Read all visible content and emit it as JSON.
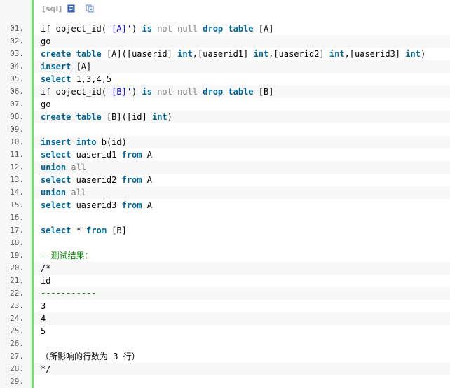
{
  "toolbar": {
    "language_label": "[sql]",
    "view_source_icon": "view-source-icon",
    "copy_icon": "copy-icon"
  },
  "colors": {
    "keyword": "#006699",
    "gray_keyword": "#808080",
    "string": "#0000ff",
    "comment": "#008200",
    "gutter_bar": "#6ce26c"
  },
  "lines": [
    {
      "num": "01.",
      "tokens": [
        {
          "t": "if object_id(",
          "c": "plain"
        },
        {
          "t": "'[A]'",
          "c": "str"
        },
        {
          "t": ") ",
          "c": "plain"
        },
        {
          "t": "is",
          "c": "kw"
        },
        {
          "t": " ",
          "c": "plain"
        },
        {
          "t": "not",
          "c": "gray"
        },
        {
          "t": " ",
          "c": "plain"
        },
        {
          "t": "null",
          "c": "gray"
        },
        {
          "t": " ",
          "c": "plain"
        },
        {
          "t": "drop",
          "c": "kw"
        },
        {
          "t": " ",
          "c": "plain"
        },
        {
          "t": "table",
          "c": "kw"
        },
        {
          "t": " [A]",
          "c": "plain"
        }
      ]
    },
    {
      "num": "02.",
      "tokens": [
        {
          "t": "go",
          "c": "plain"
        }
      ]
    },
    {
      "num": "03.",
      "tokens": [
        {
          "t": "create",
          "c": "kw"
        },
        {
          "t": " ",
          "c": "plain"
        },
        {
          "t": "table",
          "c": "kw"
        },
        {
          "t": " [A]([uaserid] ",
          "c": "plain"
        },
        {
          "t": "int",
          "c": "kw"
        },
        {
          "t": ",[uaserid1] ",
          "c": "plain"
        },
        {
          "t": "int",
          "c": "kw"
        },
        {
          "t": ",[uaserid2] ",
          "c": "plain"
        },
        {
          "t": "int",
          "c": "kw"
        },
        {
          "t": ",[uaserid3] ",
          "c": "plain"
        },
        {
          "t": "int",
          "c": "kw"
        },
        {
          "t": ")",
          "c": "plain"
        }
      ]
    },
    {
      "num": "04.",
      "tokens": [
        {
          "t": "insert",
          "c": "kw"
        },
        {
          "t": " [A]",
          "c": "plain"
        }
      ]
    },
    {
      "num": "05.",
      "tokens": [
        {
          "t": "select",
          "c": "kw"
        },
        {
          "t": " 1,3,4,5",
          "c": "plain"
        }
      ]
    },
    {
      "num": "06.",
      "tokens": [
        {
          "t": "if object_id(",
          "c": "plain"
        },
        {
          "t": "'[B]'",
          "c": "str"
        },
        {
          "t": ") ",
          "c": "plain"
        },
        {
          "t": "is",
          "c": "kw"
        },
        {
          "t": " ",
          "c": "plain"
        },
        {
          "t": "not",
          "c": "gray"
        },
        {
          "t": " ",
          "c": "plain"
        },
        {
          "t": "null",
          "c": "gray"
        },
        {
          "t": " ",
          "c": "plain"
        },
        {
          "t": "drop",
          "c": "kw"
        },
        {
          "t": " ",
          "c": "plain"
        },
        {
          "t": "table",
          "c": "kw"
        },
        {
          "t": " [B]",
          "c": "plain"
        }
      ]
    },
    {
      "num": "07.",
      "tokens": [
        {
          "t": "go",
          "c": "plain"
        }
      ]
    },
    {
      "num": "08.",
      "tokens": [
        {
          "t": "create",
          "c": "kw"
        },
        {
          "t": " ",
          "c": "plain"
        },
        {
          "t": "table",
          "c": "kw"
        },
        {
          "t": " [B]([id] ",
          "c": "plain"
        },
        {
          "t": "int",
          "c": "kw"
        },
        {
          "t": ")",
          "c": "plain"
        }
      ]
    },
    {
      "num": "09.",
      "tokens": []
    },
    {
      "num": "10.",
      "tokens": [
        {
          "t": "insert",
          "c": "kw"
        },
        {
          "t": " ",
          "c": "plain"
        },
        {
          "t": "into",
          "c": "kw"
        },
        {
          "t": " b(id)",
          "c": "plain"
        }
      ]
    },
    {
      "num": "11.",
      "tokens": [
        {
          "t": "select",
          "c": "kw"
        },
        {
          "t": " uaserid1 ",
          "c": "plain"
        },
        {
          "t": "from",
          "c": "kw"
        },
        {
          "t": " A",
          "c": "plain"
        }
      ]
    },
    {
      "num": "12.",
      "tokens": [
        {
          "t": "union",
          "c": "kw"
        },
        {
          "t": " ",
          "c": "plain"
        },
        {
          "t": "all",
          "c": "gray"
        }
      ]
    },
    {
      "num": "13.",
      "tokens": [
        {
          "t": "select",
          "c": "kw"
        },
        {
          "t": " uaserid2 ",
          "c": "plain"
        },
        {
          "t": "from",
          "c": "kw"
        },
        {
          "t": " A",
          "c": "plain"
        }
      ]
    },
    {
      "num": "14.",
      "tokens": [
        {
          "t": "union",
          "c": "kw"
        },
        {
          "t": " ",
          "c": "plain"
        },
        {
          "t": "all",
          "c": "gray"
        }
      ]
    },
    {
      "num": "15.",
      "tokens": [
        {
          "t": "select",
          "c": "kw"
        },
        {
          "t": " uaserid3 ",
          "c": "plain"
        },
        {
          "t": "from",
          "c": "kw"
        },
        {
          "t": " A",
          "c": "plain"
        }
      ]
    },
    {
      "num": "16.",
      "tokens": []
    },
    {
      "num": "17.",
      "tokens": [
        {
          "t": "select",
          "c": "kw"
        },
        {
          "t": " * ",
          "c": "plain"
        },
        {
          "t": "from",
          "c": "kw"
        },
        {
          "t": " [B]",
          "c": "plain"
        }
      ]
    },
    {
      "num": "18.",
      "tokens": []
    },
    {
      "num": "19.",
      "tokens": [
        {
          "t": "--测试结果：",
          "c": "cmt"
        }
      ]
    },
    {
      "num": "20.",
      "tokens": [
        {
          "t": "/*",
          "c": "plain"
        }
      ]
    },
    {
      "num": "21.",
      "tokens": [
        {
          "t": "id",
          "c": "plain"
        }
      ]
    },
    {
      "num": "22.",
      "tokens": [
        {
          "t": "-----------",
          "c": "cmt"
        }
      ]
    },
    {
      "num": "23.",
      "tokens": [
        {
          "t": "3",
          "c": "plain"
        }
      ]
    },
    {
      "num": "24.",
      "tokens": [
        {
          "t": "4",
          "c": "plain"
        }
      ]
    },
    {
      "num": "25.",
      "tokens": [
        {
          "t": "5",
          "c": "plain"
        }
      ]
    },
    {
      "num": "26.",
      "tokens": []
    },
    {
      "num": "27.",
      "tokens": [
        {
          "t": "（所影响的行数为 3 行）",
          "c": "plain"
        }
      ]
    },
    {
      "num": "28.",
      "tokens": [
        {
          "t": "*/",
          "c": "plain"
        }
      ]
    },
    {
      "num": "29.",
      "tokens": []
    }
  ]
}
